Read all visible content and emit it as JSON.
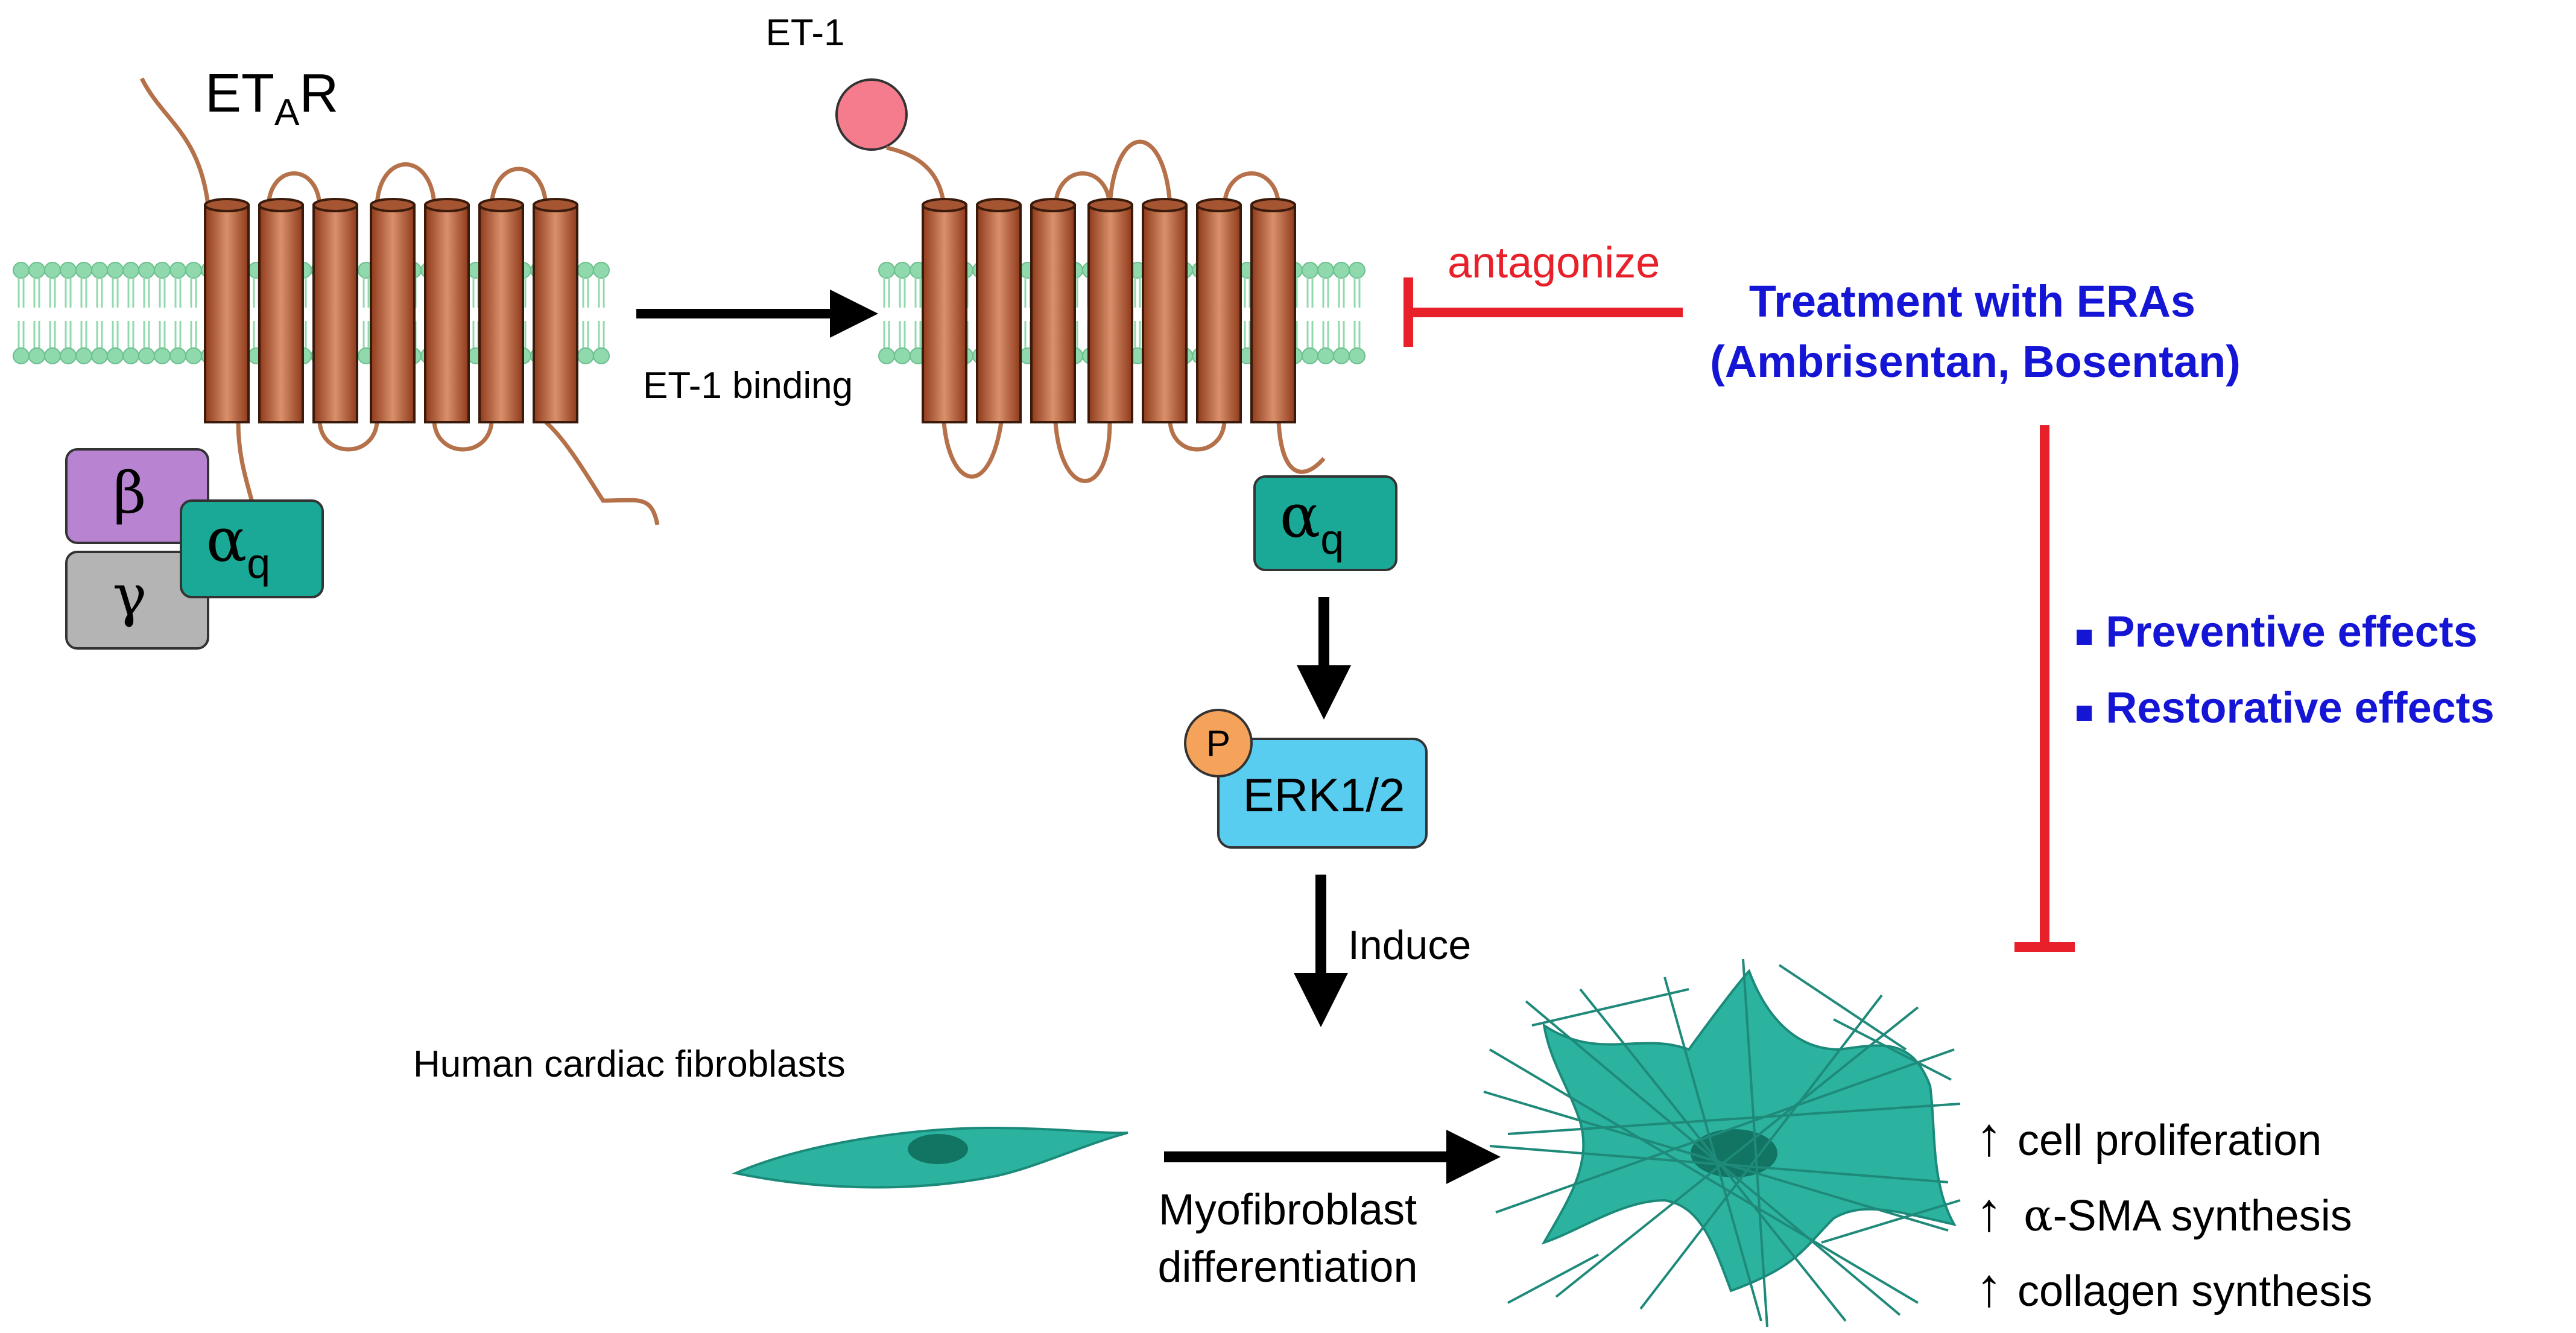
{
  "labels": {
    "receptor_name": "ET",
    "receptor_subscript": "A",
    "receptor_suffix": "R",
    "ligand": "ET-1",
    "binding_step": "ET-1 binding",
    "antagonize": "antagonize",
    "treatment_line1": "Treatment with ERAs",
    "treatment_line2": "(Ambrisentan, Bosentan)",
    "effect_preventive": "Preventive effects",
    "effect_restorative": "Restorative effects",
    "bullet_glyph": "■",
    "induce": "Induce",
    "fibroblast_label": "Human cardiac fibroblasts",
    "myo_line1": "Myofibroblast",
    "myo_line2": "differentiation",
    "outcome_1": "cell proliferation",
    "outcome_2_prefix": "α",
    "outcome_2_rest": "-SMA synthesis",
    "outcome_3": "collagen synthesis",
    "up_arrow": "↑"
  },
  "g_protein": {
    "beta": "β",
    "gamma": "γ",
    "alpha": "α",
    "alpha_sub": "q"
  },
  "kinase": {
    "name": "ERK1/2",
    "phospho": "P"
  },
  "colors": {
    "helix_dark": "#8e3a1c",
    "helix_light": "#d9906a",
    "loop": "#b5714a",
    "membrane": "#8fd9ac",
    "ligand": "#f47c8c",
    "beta_box": "#b884d1",
    "gamma_box": "#b4b4b4",
    "alpha_box": "#1aa996",
    "erk_box": "#59cdf0",
    "phospho_circle": "#f5a35a",
    "inhibition": "#e8202a",
    "treatment_text": "#1515d6",
    "fibroblast": "#2bb3a0",
    "nucleus": "#127563"
  }
}
